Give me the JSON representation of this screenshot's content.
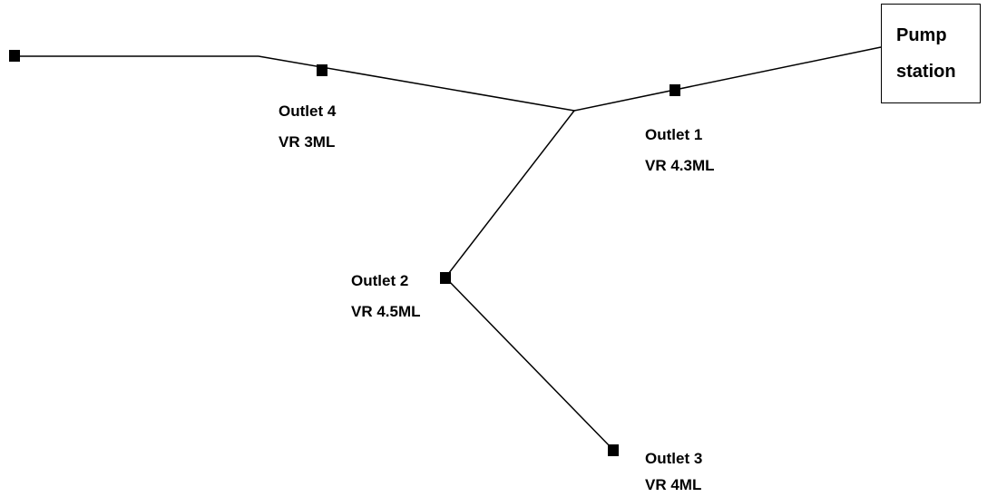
{
  "pump_station": {
    "line1": "Pump",
    "line2": "station"
  },
  "outlets": [
    {
      "name": "Outlet 1",
      "vr": "VR 4.3ML"
    },
    {
      "name": "Outlet 2",
      "vr": "VR 4.5ML"
    },
    {
      "name": "Outlet 3",
      "vr": "VR 4ML"
    },
    {
      "name": "Outlet 4",
      "vr": "VR 3ML"
    }
  ],
  "colors": {
    "line": "#000000",
    "node": "#000000",
    "background": "#ffffff"
  }
}
